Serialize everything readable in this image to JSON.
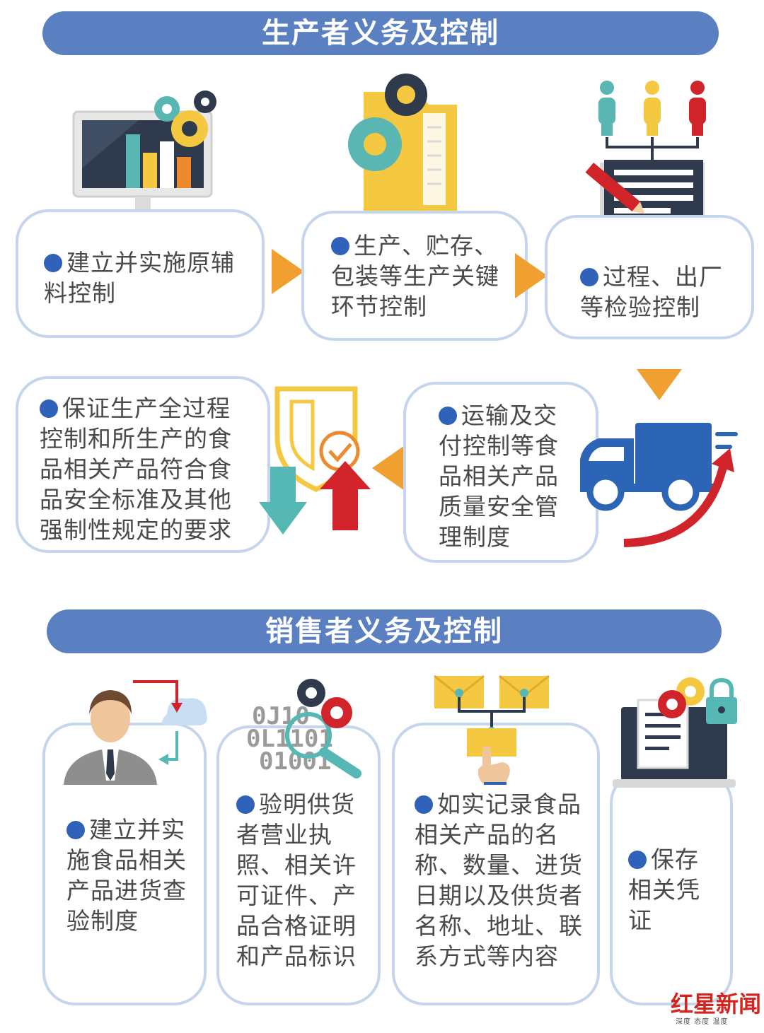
{
  "producer": {
    "title": "生产者义务及控制",
    "steps": [
      {
        "text": "建立并实施原辅料控制"
      },
      {
        "text": "生产、贮存、包装等生产关键环节控制"
      },
      {
        "text": "过程、出厂等检验控制"
      },
      {
        "text": "运输及交付控制等食品相关产品质量安全管理制度"
      },
      {
        "text": "保证生产全过程控制和所生产的食品相关产品符合食品安全标准及其他强制性规定的要求"
      }
    ],
    "binary_lines": [
      "0J10",
      "0L1101",
      "01001"
    ]
  },
  "seller": {
    "title": "销售者义务及控制",
    "steps": [
      {
        "text": "建立并实施食品相关产品进货查验制度"
      },
      {
        "text": "验明供货者营业执照、相关许可证件、产品合格证明和产品标识"
      },
      {
        "text": "如实记录食品相关产品的名称、数量、进货日期以及供货者名称、地址、联系方式等内容"
      },
      {
        "text": "保存相关凭证"
      }
    ]
  },
  "watermark": {
    "name": "红星新闻",
    "tagline": "深度 态度 温度"
  },
  "colors": {
    "banner": "#5a80c2",
    "box_border": "#c5d6ec",
    "bullet": "#2f62b8",
    "arrow_orange": "#f0a030",
    "truck_blue": "#2c64b6",
    "red": "#d0242a",
    "teal": "#56b8b4",
    "yellow": "#f5c842"
  }
}
